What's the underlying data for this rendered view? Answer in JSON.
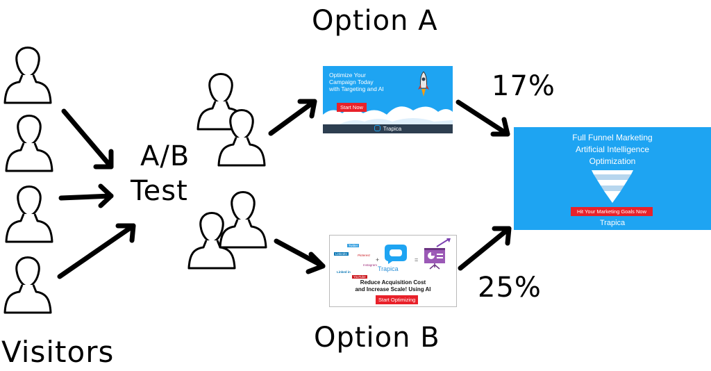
{
  "labels": {
    "visitors": "Visitors",
    "ab_line1": "A/B",
    "ab_line2": "Test",
    "option_a": "Option A",
    "option_b": "Option B",
    "rate_a": "17%",
    "rate_b": "25%"
  },
  "ad_a": {
    "headline": "Optimize Your\nCampaign Today\nwith Targeting and AI",
    "cta": "Start Now",
    "brand": "Trapica"
  },
  "ad_b": {
    "headline": "Reduce Acquisition Cost\nand Increase Scale! Using AI",
    "cta": "Start Optimizing",
    "brand": "Trapica",
    "social": [
      "Twitter",
      "LinkedIn",
      "Pinterest",
      "Instagram",
      "Linked in",
      "YouTube"
    ]
  },
  "landing": {
    "headline": "Full Funnel Marketing\nArtificial Intelligence\nOptimization",
    "cta": "Hit Your Marketing Goals Now",
    "brand": "Trapica"
  },
  "colors": {
    "ad_blue": "#1ea4f2",
    "cta_red": "#e8212a",
    "footer_navy": "#2d3e50"
  },
  "icons": [
    "person-icon",
    "rocket-icon",
    "cloud-icon",
    "funnel-icon",
    "chat-logo-icon",
    "presentation-icon"
  ]
}
